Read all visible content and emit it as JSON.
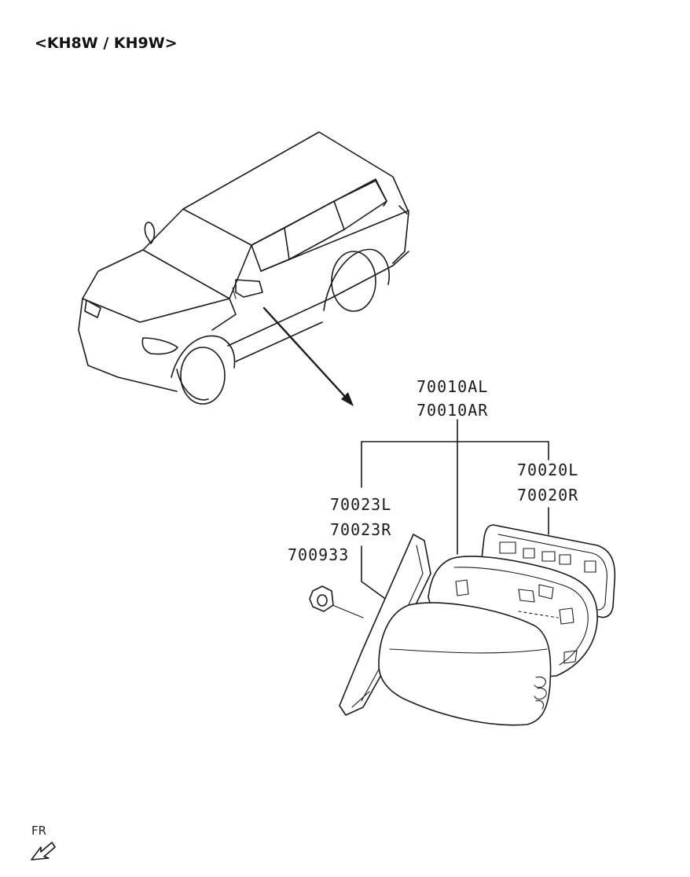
{
  "title": "<KH8W / KH9W>",
  "parts": {
    "assembly_left": "70010AL",
    "assembly_right": "70010AR",
    "housing_left": "70023L",
    "housing_right": "70023R",
    "cap_left": "70020L",
    "cap_right": "70020R",
    "nut": "700933"
  },
  "direction": {
    "label": "FR",
    "icon": "arrow-icon"
  }
}
